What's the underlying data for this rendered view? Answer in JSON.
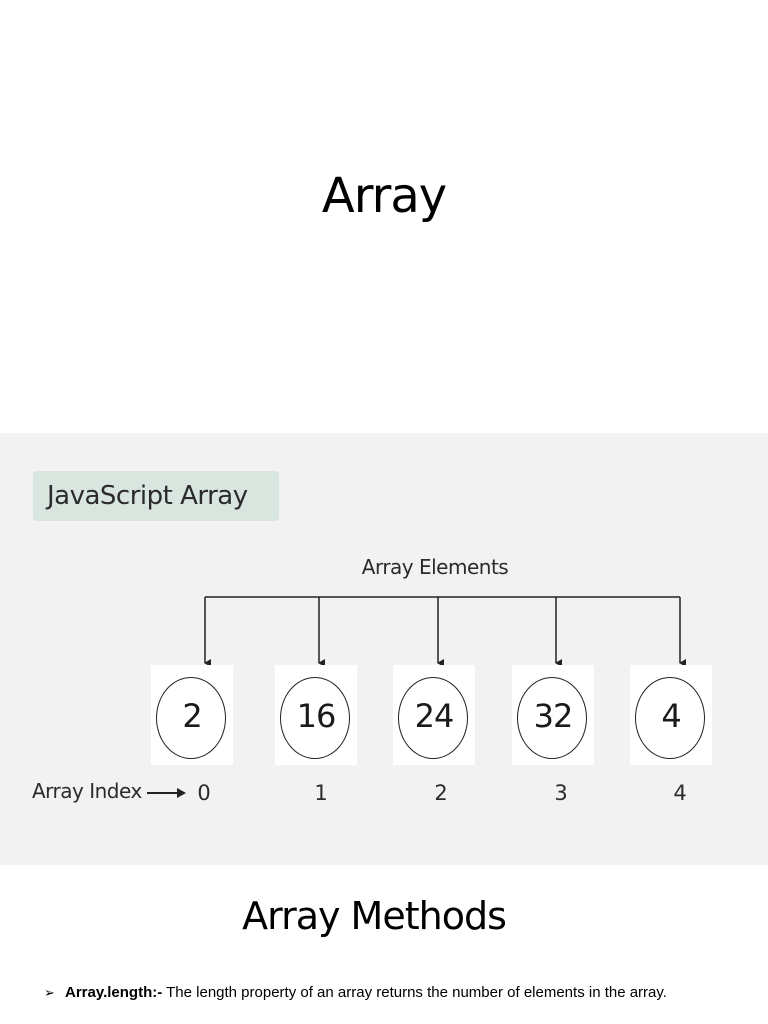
{
  "title": "Array",
  "figure": {
    "badge": "JavaScript Array",
    "elements_label": "Array Elements",
    "index_label": "Array Index",
    "elements": [
      {
        "value": "2",
        "index": "0"
      },
      {
        "value": "16",
        "index": "1"
      },
      {
        "value": "24",
        "index": "2"
      },
      {
        "value": "32",
        "index": "3"
      },
      {
        "value": "4",
        "index": "4"
      }
    ]
  },
  "methods": {
    "title": "Array Methods",
    "items": [
      {
        "marker": "➢",
        "term": "Array.length:-",
        "description": " The length property of an array returns the number of elements in the array."
      }
    ]
  },
  "icons": {
    "bullet": "arrowhead-bullet-icon",
    "pointer": "right-arrow-icon"
  }
}
